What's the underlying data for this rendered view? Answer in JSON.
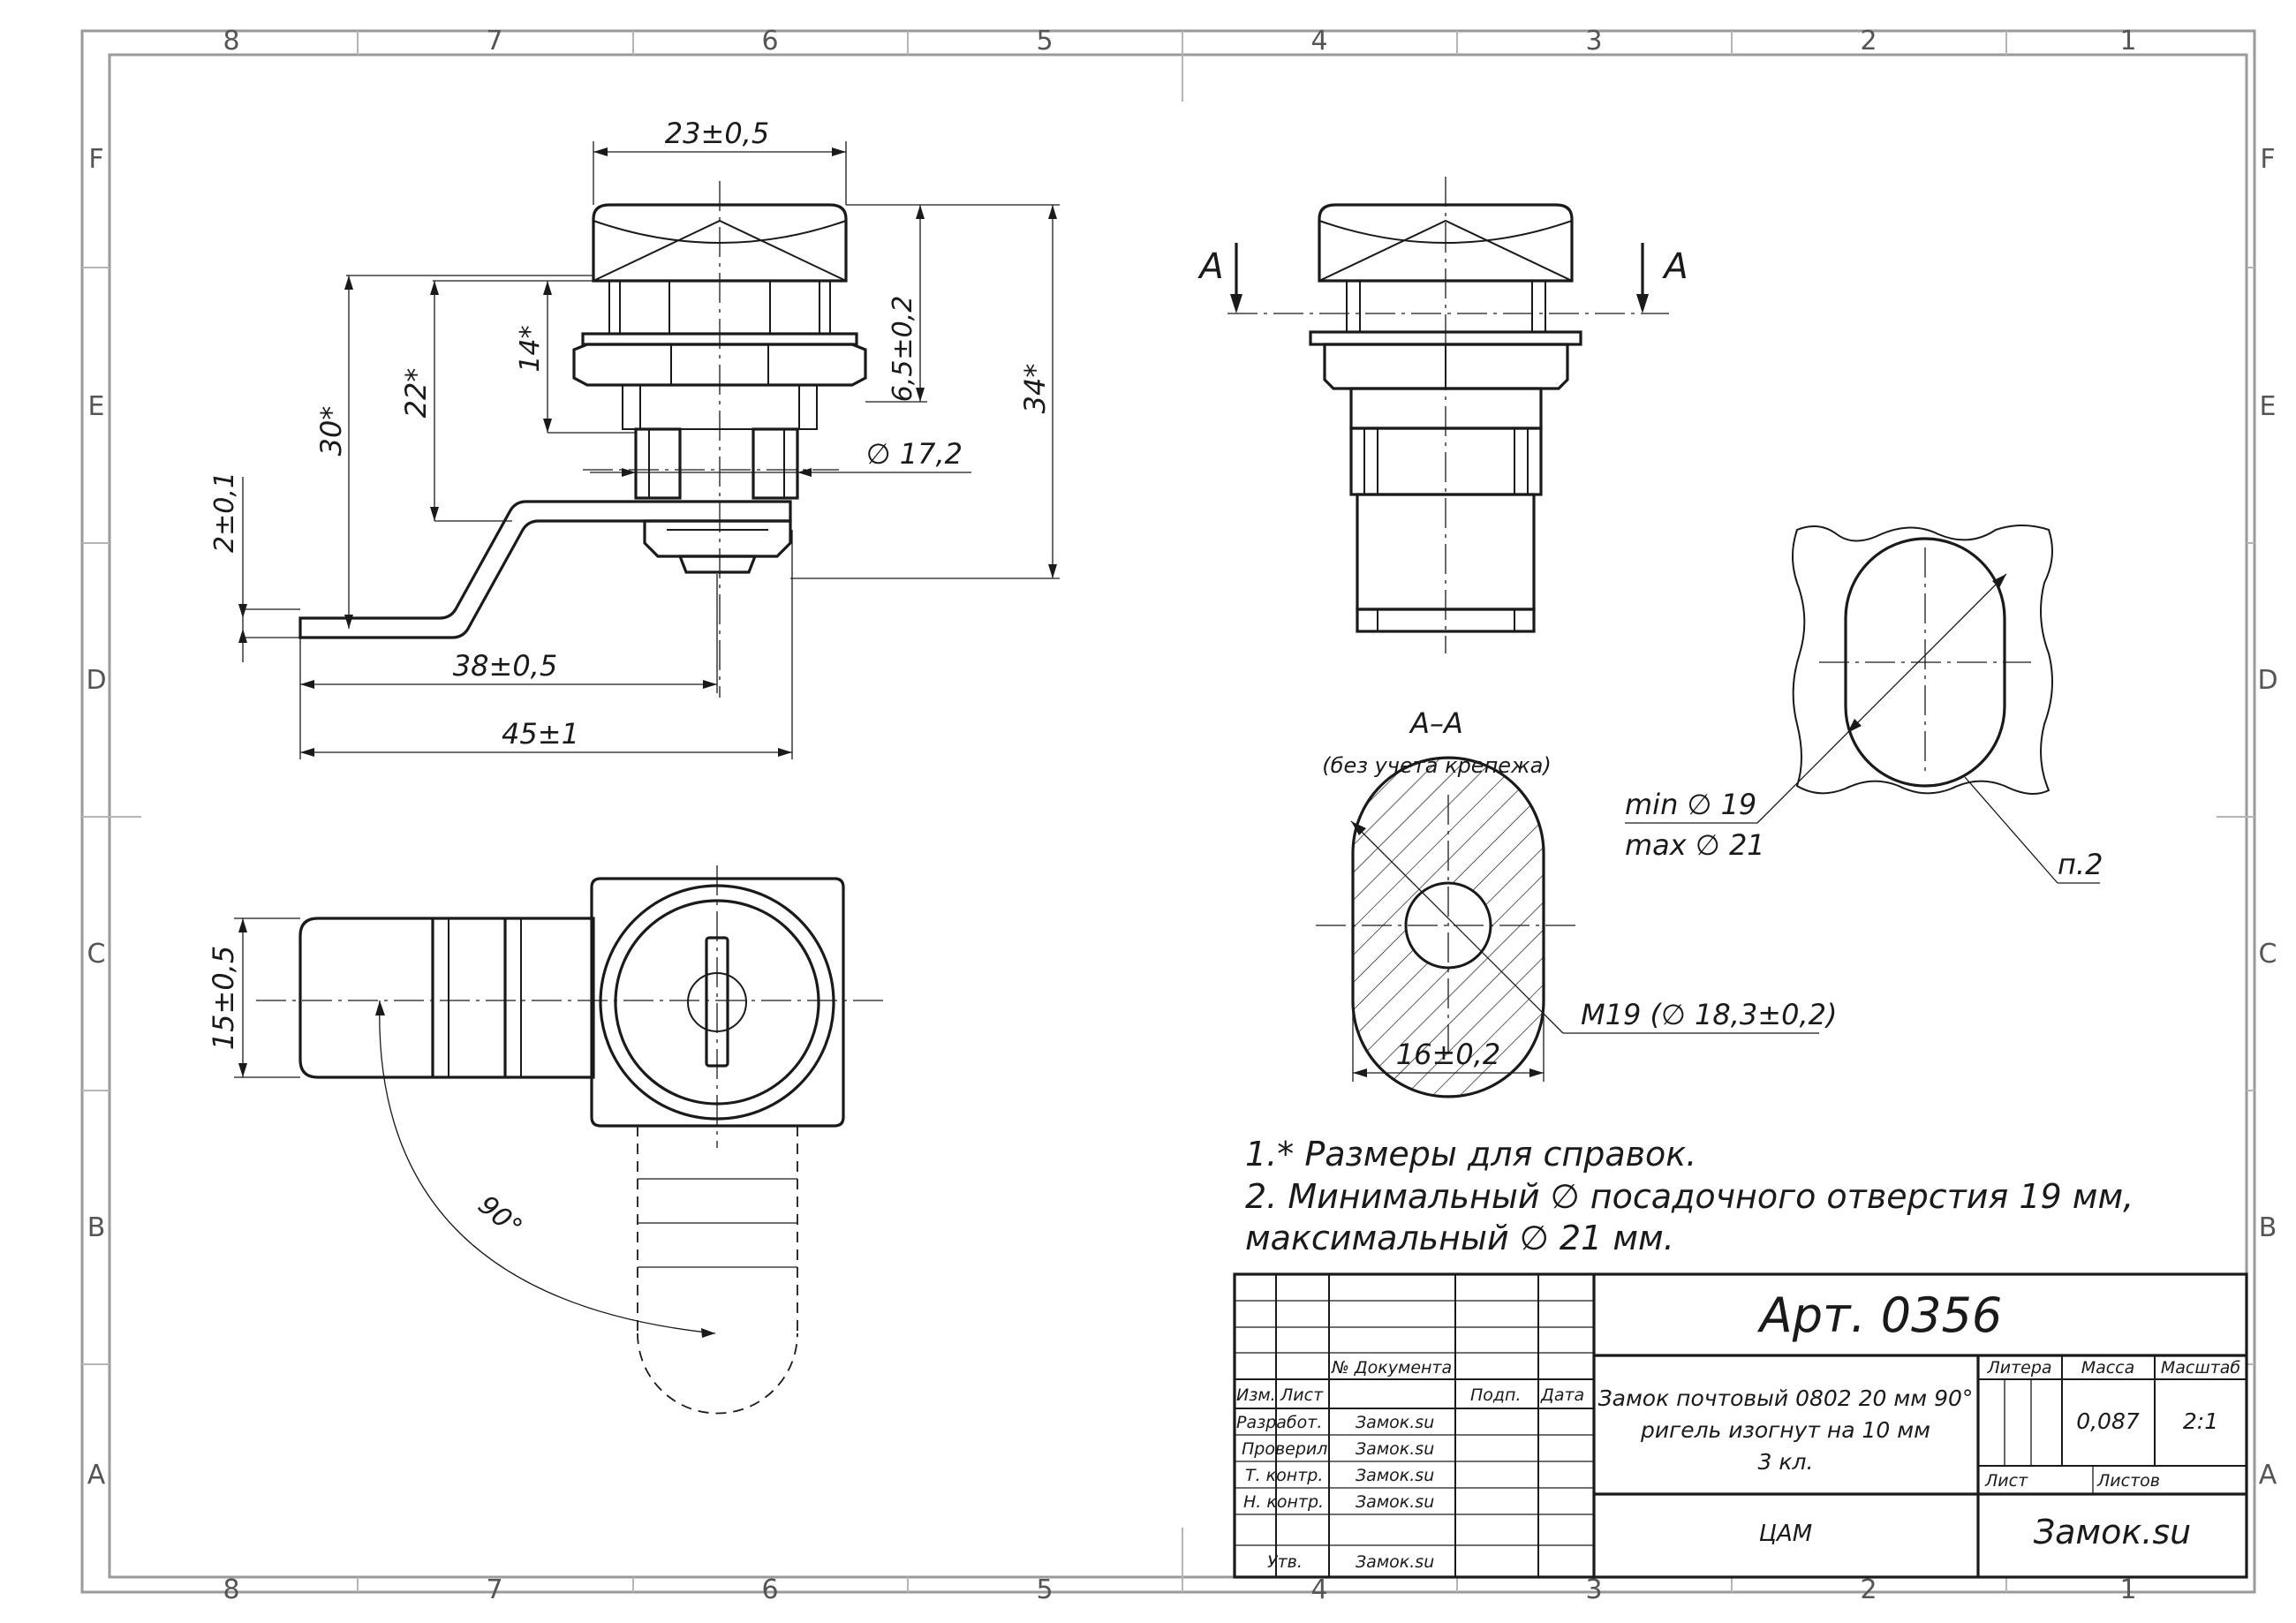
{
  "frame": {
    "col_labels": [
      "8",
      "7",
      "6",
      "5",
      "4",
      "3",
      "2",
      "1"
    ],
    "row_labels": [
      "F",
      "E",
      "D",
      "C",
      "B",
      "A"
    ]
  },
  "dimensions": {
    "top_width": "23±0,5",
    "d30": "30*",
    "d22": "22*",
    "d14": "14*",
    "d65": "6,5±0,2",
    "d34": "34*",
    "d2": "2±0,1",
    "dia172": "∅ 17,2",
    "d38": "38±0,5",
    "d45": "45±1",
    "d15": "15±0,5",
    "angle": "90°",
    "d16": "16±0,2",
    "thread": "M19  (∅ 18,3±0,2)",
    "min_dia": "min  ∅ 19",
    "max_dia": "max ∅ 21",
    "item2": "п.2"
  },
  "section": {
    "cut_left": "A",
    "cut_right": "A",
    "title": "A–A",
    "subtitle": "(без учета крепежа)"
  },
  "notes": [
    "1.* Размеры для справок.",
    "2. Минимальный ∅ посадочного отверстия 19 мм,",
    "максимальный ∅  21 мм."
  ],
  "title_block": {
    "article": "Арт. 0356",
    "doc_no_label": "№ Документа",
    "col_izm": "Изм.",
    "col_list": "Лист",
    "col_podp": "Подп.",
    "col_data": "Дата",
    "rows": [
      {
        "role": "Разработ.",
        "name": "Замок.su"
      },
      {
        "role": "Проверил",
        "name": "Замок.su"
      },
      {
        "role": "Т. контр.",
        "name": "Замок.su"
      },
      {
        "role": "Н. контр.",
        "name": "Замок.su"
      },
      {
        "role": "Утв.",
        "name": "Замок.su"
      }
    ],
    "name_line1": "Замок почтовый 0802 20 мм 90°",
    "name_line2": "ригель изогнут на 10 мм",
    "name_line3": "3 кл.",
    "material": "ЦАМ",
    "litera_label": "Литера",
    "massa_label": "Масса",
    "masshtab_label": "Масштаб",
    "massa_value": "0,087",
    "masshtab_value": "2:1",
    "list_label": "Лист",
    "listov_label": "Листов",
    "company": "Замок.su"
  }
}
